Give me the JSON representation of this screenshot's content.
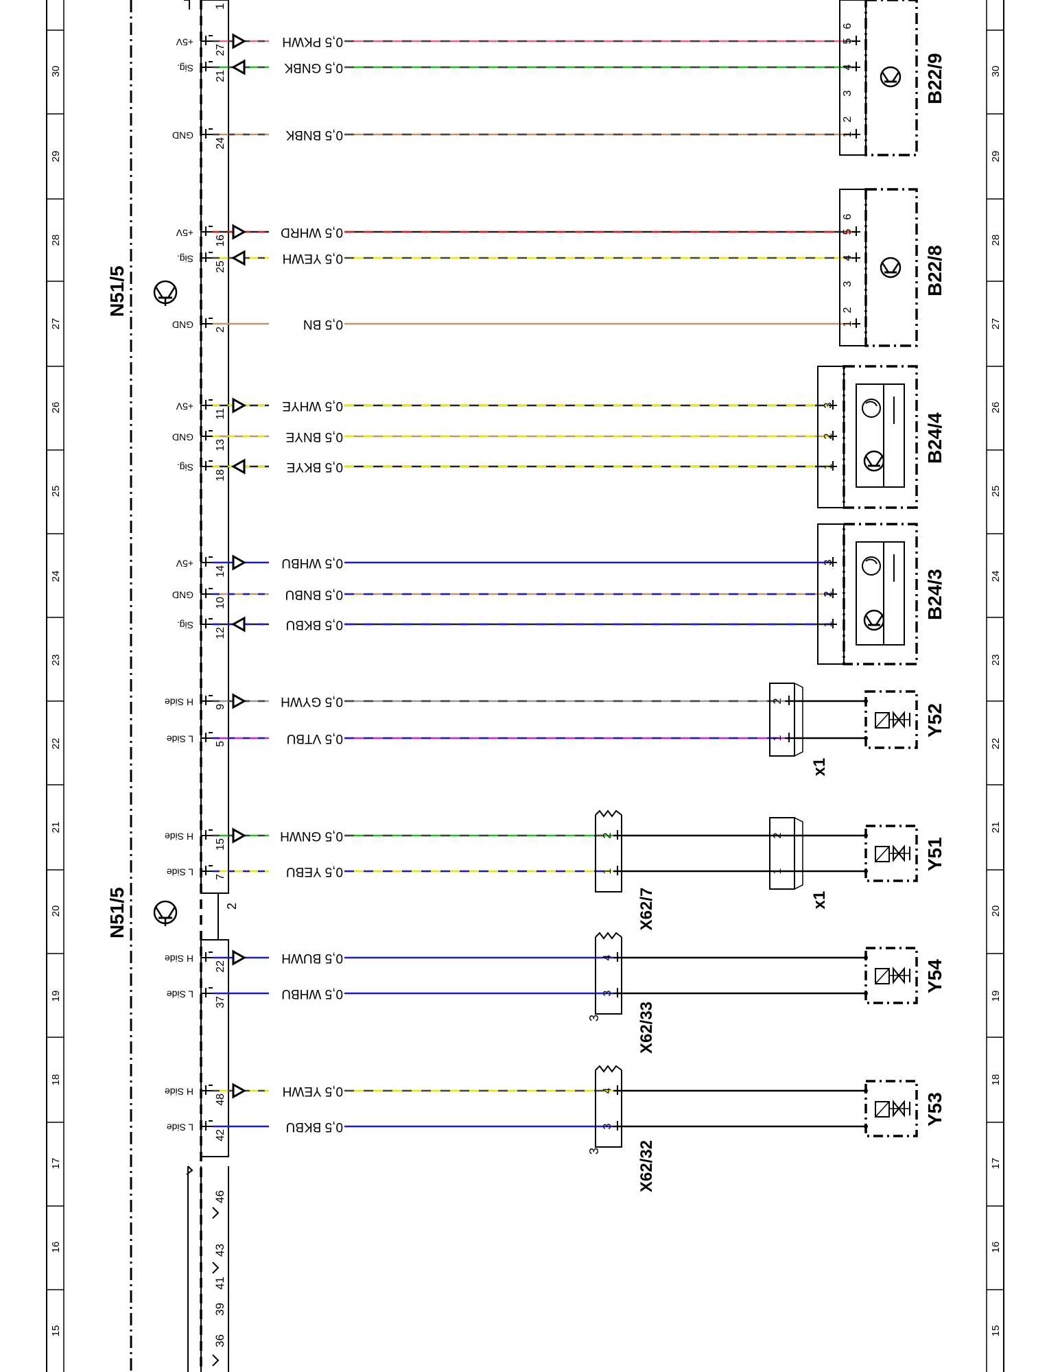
{
  "ruler": {
    "numbers": [
      "30",
      "29",
      "28",
      "27",
      "26",
      "25",
      "24",
      "23",
      "22",
      "21",
      "20",
      "19",
      "18",
      "17",
      "16",
      "15"
    ]
  },
  "module": {
    "upper_name": "N51/5",
    "lower_name": "N51/5",
    "split_pin_label": "2",
    "bottom_pins": [
      "46",
      "43",
      "41",
      "39",
      "36"
    ],
    "top_pin": "1"
  },
  "wires": [
    {
      "signal": "+5V",
      "pin": "27",
      "label": "0,5 PKWH",
      "arrow": "out",
      "color": "#e8609a",
      "dash": "#444444"
    },
    {
      "signal": "Sig.",
      "pin": "21",
      "label": "0,5 GNBK",
      "arrow": "in",
      "color": "#1fbf1f",
      "dash": "#444444"
    },
    {
      "signal": "GND",
      "pin": "24",
      "label": "0,5 BNBK",
      "arrow": "none",
      "color": "#c79468",
      "dash": "#444444"
    },
    {
      "signal": "+5V",
      "pin": "16",
      "label": "0,5 WHRD",
      "arrow": "out",
      "color": "#222222",
      "dash": "#e02020"
    },
    {
      "signal": "Sig.",
      "pin": "25",
      "label": "0,5 YEWH",
      "arrow": "in",
      "color": "#e8e800",
      "dash": "#444444"
    },
    {
      "signal": "GND",
      "pin": "2",
      "label": "0,5 BN",
      "arrow": "none",
      "color": "#c79468",
      "dash": ""
    },
    {
      "signal": "+5V",
      "pin": "11",
      "label": "0,5 WHYE",
      "arrow": "out",
      "color": "#222222",
      "dash": "#e8e800"
    },
    {
      "signal": "GND",
      "pin": "13",
      "label": "0,5 BNYE",
      "arrow": "none",
      "color": "#c79468",
      "dash": "#e8e800"
    },
    {
      "signal": "Sig.",
      "pin": "18",
      "label": "0,5 BKYE",
      "arrow": "in",
      "color": "#222222",
      "dash": "#e8e800"
    },
    {
      "signal": "+5V",
      "pin": "14",
      "label": "0,5 WHBU",
      "arrow": "out",
      "color": "#1a1ad0",
      "dash": ""
    },
    {
      "signal": "GND",
      "pin": "10",
      "label": "0,5 BNBU",
      "arrow": "none",
      "color": "#c79468",
      "dash": "#1a1ad0"
    },
    {
      "signal": "Sig.",
      "pin": "12",
      "label": "0,5 BKBU",
      "arrow": "in",
      "color": "#222222",
      "dash": "#1a1ad0"
    },
    {
      "signal": "H Side",
      "pin": "9",
      "label": "0,5 GYWH",
      "arrow": "out",
      "color": "#999999",
      "dash": "#444444"
    },
    {
      "signal": "L Side",
      "pin": "5",
      "label": "0,5 VTBU",
      "arrow": "none",
      "color": "#d020d0",
      "dash": "#1a1ad0"
    },
    {
      "signal": "H Side",
      "pin": "15",
      "label": "0,5 GNWH",
      "arrow": "out",
      "color": "#1fbf1f",
      "dash": "#444444"
    },
    {
      "signal": "L Side",
      "pin": "7",
      "label": "0,5 YEBU",
      "arrow": "none",
      "color": "#e8e800",
      "dash": "#1a1ad0"
    },
    {
      "signal": "H Side",
      "pin": "22",
      "label": "0,5 BUWH",
      "arrow": "out",
      "color": "#1a1ad0",
      "dash": ""
    },
    {
      "signal": "L Side",
      "pin": "37",
      "label": "0,5 WHBU",
      "arrow": "none",
      "color": "#1a1ad0",
      "dash": ""
    },
    {
      "signal": "H Side",
      "pin": "48",
      "label": "0,5 YEWH",
      "arrow": "out",
      "color": "#e8e800",
      "dash": "#444444"
    },
    {
      "signal": "L Side",
      "pin": "42",
      "label": "0,5 BKBU",
      "arrow": "none",
      "color": "#1a1ad0",
      "dash": ""
    }
  ],
  "components": [
    {
      "id": "B22/9",
      "pins": [
        "6",
        "5",
        "4",
        "3",
        "2",
        "1"
      ]
    },
    {
      "id": "B22/8",
      "pins": [
        "6",
        "5",
        "4",
        "3",
        "2",
        "1"
      ]
    },
    {
      "id": "B24/4",
      "pins": [
        "3",
        "2",
        "1"
      ]
    },
    {
      "id": "B24/3",
      "pins": [
        "3",
        "2",
        "1"
      ]
    },
    {
      "id": "Y52",
      "pins": []
    },
    {
      "id": "Y51",
      "pins": []
    },
    {
      "id": "Y54",
      "pins": []
    },
    {
      "id": "Y53",
      "pins": []
    }
  ],
  "connectors": [
    {
      "id": "x1",
      "pins": [
        "2",
        "1"
      ]
    },
    {
      "id": "x1",
      "pins": [
        "2",
        "1"
      ]
    },
    {
      "id": "X62/7",
      "pins": [
        "2",
        "1"
      ]
    },
    {
      "id": "X62/33",
      "pins": [
        "4",
        "3"
      ],
      "note": "3"
    },
    {
      "id": "X62/32",
      "pins": [
        "4",
        "3"
      ],
      "note": "3"
    }
  ]
}
